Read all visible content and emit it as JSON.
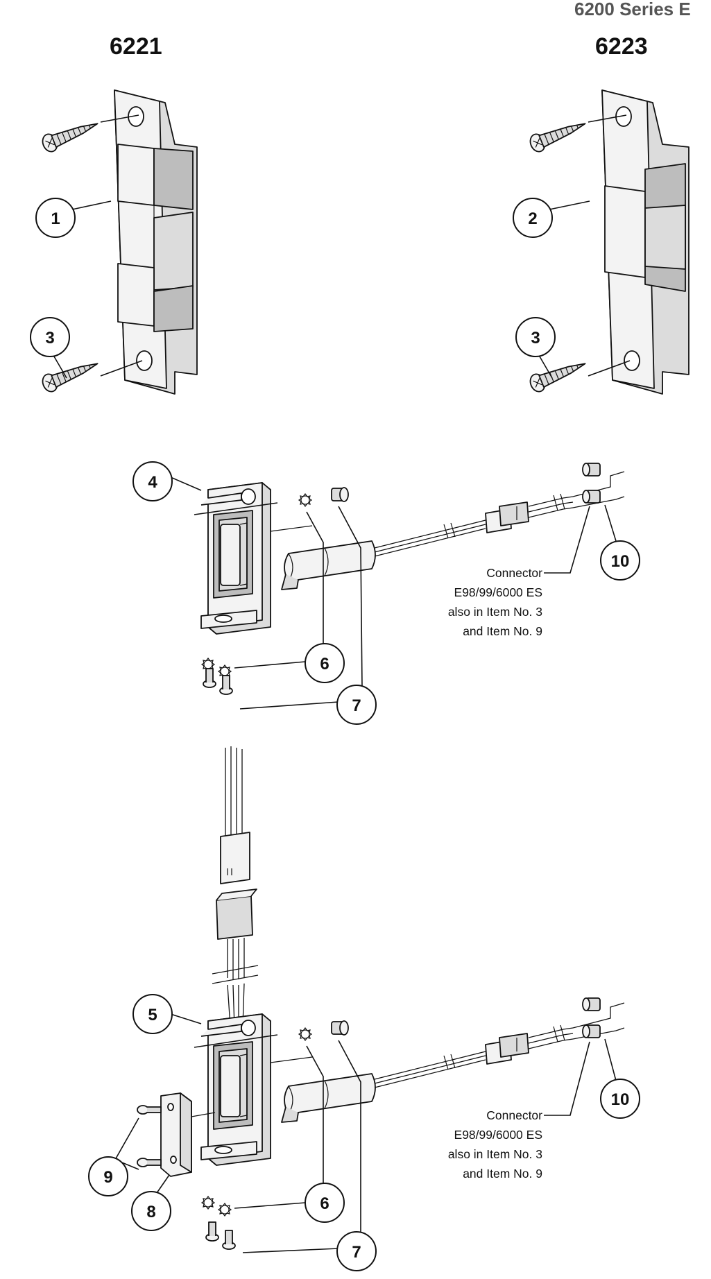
{
  "page": {
    "header_fragment": "6200 Series E"
  },
  "models": {
    "left": "6221",
    "right": "6223"
  },
  "callouts": {
    "c1": "1",
    "c2": "2",
    "c3a": "3",
    "c3b": "3",
    "c4": "4",
    "c5": "5",
    "c6a": "6",
    "c6b": "6",
    "c7a": "7",
    "c7b": "7",
    "c8": "8",
    "c9": "9",
    "c10a": "10",
    "c10b": "10"
  },
  "connector_note": {
    "line1": "Connector",
    "line2": "E98/99/6000 ES",
    "line3": "also in Item No. 3",
    "line4": "and Item No. 9"
  }
}
